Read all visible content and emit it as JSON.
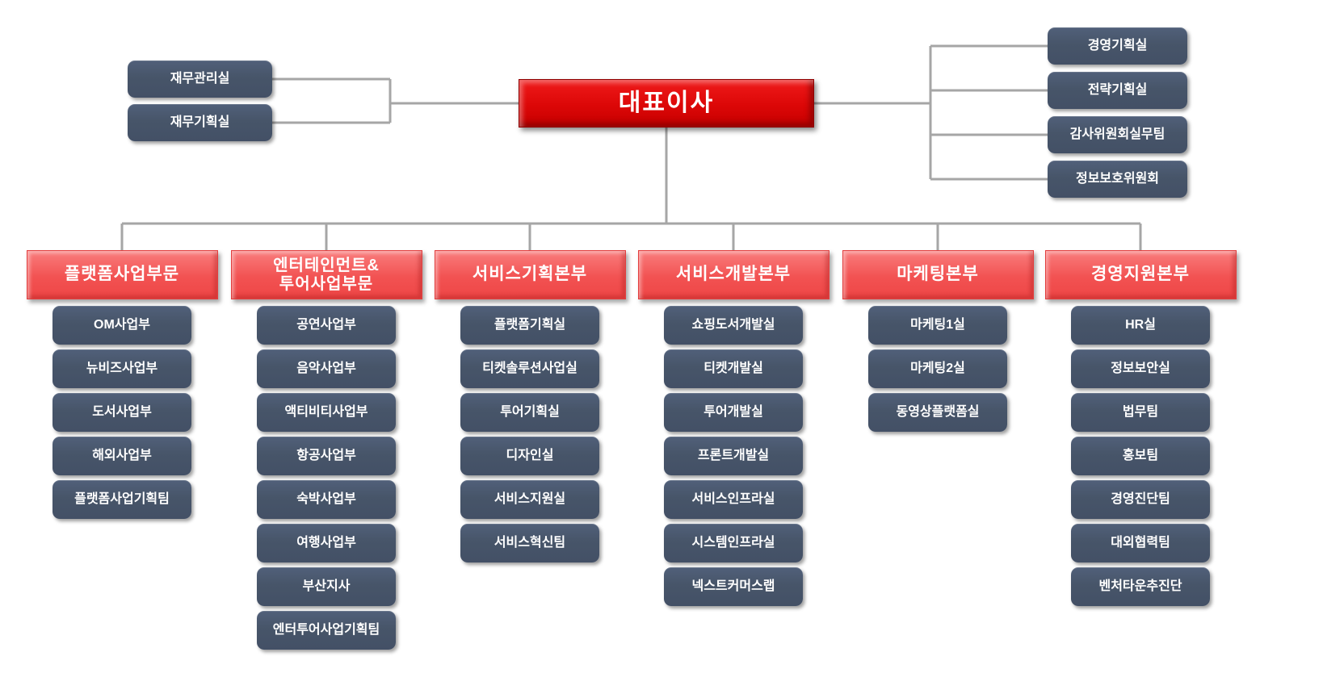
{
  "chart": {
    "root": {
      "label": "대표이사"
    },
    "left_branch": [
      {
        "label": "재무관리실"
      },
      {
        "label": "재무기획실"
      }
    ],
    "right_branch": [
      {
        "label": "경영기획실"
      },
      {
        "label": "전략기획실"
      },
      {
        "label": "감사위원회실무팀"
      },
      {
        "label": "정보보호위원회"
      }
    ],
    "divisions": [
      {
        "label": "플랫폼사업부문",
        "departments": [
          "OM사업부",
          "뉴비즈사업부",
          "도서사업부",
          "해외사업부",
          "플랫폼사업기획팀"
        ]
      },
      {
        "label": "엔터테인먼트&\n투어사업부문",
        "departments": [
          "공연사업부",
          "음악사업부",
          "액티비티사업부",
          "항공사업부",
          "숙박사업부",
          "여행사업부",
          "부산지사",
          "엔터투어사업기획팀"
        ]
      },
      {
        "label": "서비스기획본부",
        "departments": [
          "플랫폼기획실",
          "티켓솔루션사업실",
          "투어기획실",
          "디자인실",
          "서비스지원실",
          "서비스혁신팀"
        ]
      },
      {
        "label": "서비스개발본부",
        "departments": [
          "쇼핑도서개발실",
          "티켓개발실",
          "투어개발실",
          "프론트개발실",
          "서비스인프라실",
          "시스템인프라실",
          "넥스트커머스랩"
        ]
      },
      {
        "label": "마케팅본부",
        "departments": [
          "마케팅1실",
          "마케팅2실",
          "동영상플랫폼실"
        ]
      },
      {
        "label": "경영지원본부",
        "departments": [
          "HR실",
          "정보보안실",
          "법무팀",
          "홍보팀",
          "경영진단팀",
          "대외협력팀",
          "벤처타운추진단"
        ]
      }
    ]
  },
  "colors": {
    "ceo_red": "#D90707",
    "header_red": "#F25454",
    "box_slate": "#475569",
    "line_gray": "#A6A6A6",
    "text_white": "#FFFFFF"
  }
}
